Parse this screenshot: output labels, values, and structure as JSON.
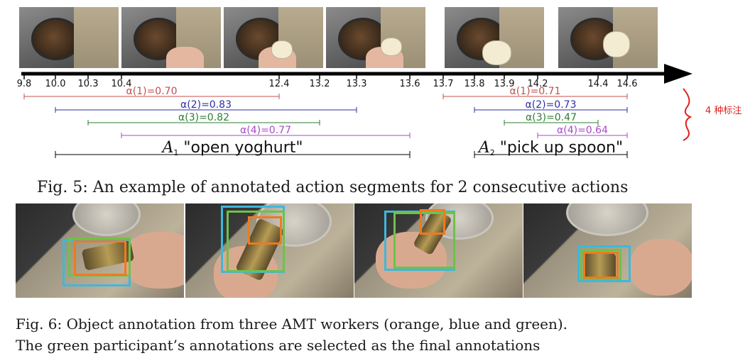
{
  "fig5": {
    "frames": [
      "f1",
      "f2",
      "f3",
      "f4",
      "f5",
      "f6"
    ],
    "ticks": [
      {
        "label": "9.8",
        "t": 9.8
      },
      {
        "label": "10.0",
        "t": 10.0
      },
      {
        "label": "10.3",
        "t": 10.3
      },
      {
        "label": "10.4",
        "t": 10.4
      },
      {
        "label": "12.4",
        "t": 12.4
      },
      {
        "label": "13.2",
        "t": 13.2
      },
      {
        "label": "13.3",
        "t": 13.3
      },
      {
        "label": "13.6",
        "t": 13.6
      },
      {
        "label": "13.7",
        "t": 13.7
      },
      {
        "label": "13.8",
        "t": 13.8
      },
      {
        "label": "13.9",
        "t": 13.9
      },
      {
        "label": "14.2",
        "t": 14.2
      },
      {
        "label": "14.4",
        "t": 14.4
      },
      {
        "label": "14.6",
        "t": 14.6
      }
    ],
    "segments": [
      {
        "label": "α(1)=0.70",
        "start": 9.8,
        "end": 12.4,
        "color": "#c0504d",
        "row": 1
      },
      {
        "label": "α(2)=0.83",
        "start": 10.0,
        "end": 13.3,
        "color": "#2e2ea8",
        "row": 2
      },
      {
        "label": "α(3)=0.82",
        "start": 10.3,
        "end": 13.2,
        "color": "#2e7d32",
        "row": 3
      },
      {
        "label": "α(4)=0.77",
        "start": 10.4,
        "end": 13.6,
        "color": "#a64ac9",
        "row": 4
      },
      {
        "label": "α(1)=0.71",
        "start": 13.7,
        "end": 14.6,
        "color": "#c0504d",
        "row": 1
      },
      {
        "label": "α(2)=0.73",
        "start": 13.8,
        "end": 14.6,
        "color": "#2e2ea8",
        "row": 2
      },
      {
        "label": "α(3)=0.47",
        "start": 13.9,
        "end": 14.4,
        "color": "#2e7d32",
        "row": 3
      },
      {
        "label": "α(4)=0.64",
        "start": 14.2,
        "end": 14.6,
        "color": "#a64ac9",
        "row": 4
      }
    ],
    "actions": [
      {
        "id": "A1",
        "sym": "A",
        "sub": "1",
        "name": "\"open yoghurt\"",
        "start": 10.0,
        "end": 13.6
      },
      {
        "id": "A2",
        "sym": "A",
        "sub": "2",
        "name": "\"pick up spoon\"",
        "start": 13.8,
        "end": 14.6
      }
    ],
    "annotation_note": "4 种标注",
    "caption": "Fig. 5: An example of annotated action segments for 2 consecutive actions"
  },
  "fig6": {
    "caption_line1": "Fig. 6: Object annotation from three AMT workers (orange, blue and green).",
    "caption_line2": "The green participant’s annotations are selected as the final annotations",
    "colors": {
      "orange": "#f07a1e",
      "blue": "#3fb7dc",
      "green": "#6dc24a"
    }
  }
}
